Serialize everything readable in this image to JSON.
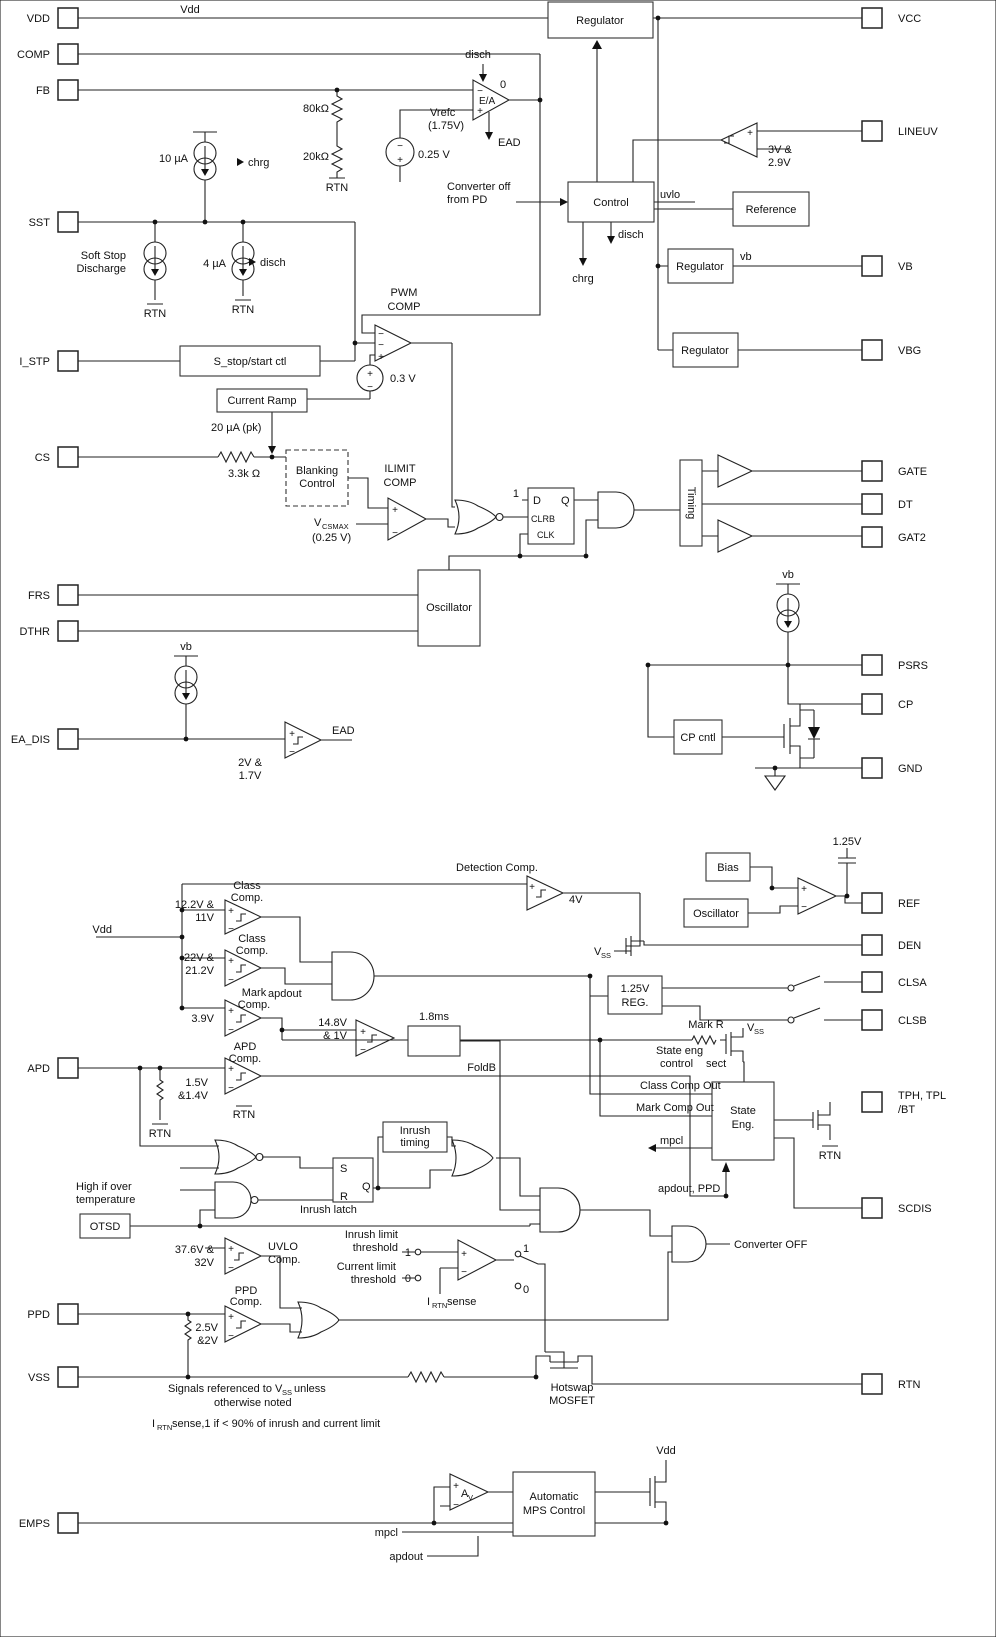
{
  "sym": {
    "plus": "+",
    "minus": "−"
  },
  "pins": {
    "left_top": [
      "VDD",
      "COMP",
      "FB",
      "SST",
      "I_STP",
      "CS",
      "FRS",
      "DTHR",
      "EA_DIS"
    ],
    "right_top": [
      "VCC",
      "LINEUV",
      "VB",
      "VBG",
      "GATE",
      "DT",
      "GAT2",
      "PSRS",
      "CP",
      "GND"
    ],
    "left_bottom": [
      "APD",
      "PPD",
      "VSS",
      "EMPS"
    ],
    "right_bottom": [
      "REF",
      "DEN",
      "CLSA",
      "CLSB",
      "TPH, TPL",
      "SCDIS",
      "RTN"
    ]
  },
  "blocks": {
    "regulator": "Regulator",
    "control": "Control",
    "reference": "Reference",
    "regulator_vb": "Regulator",
    "regulator_vbg": "Regulator",
    "sstop": "S_stop/start  ctl",
    "current_ramp": "Current Ramp",
    "blanking1": "Blanking",
    "blanking2": "Control",
    "oscillator": "Oscillator",
    "timing": "Timing",
    "ff_d": "D",
    "ff_q": "Q",
    "ff_clrb": "CLRB",
    "ff_clk": "CLK",
    "cp_cntl": "CP cntl",
    "bias": "Bias",
    "oscillator2": "Oscillator",
    "reg125_1": "1.25V",
    "reg125_2": "REG.",
    "state1": "State",
    "state2": "Eng.",
    "otsd": "OTSD",
    "inrush_t1": "Inrush",
    "inrush_t2": "timing",
    "latch_s": "S",
    "latch_r": "R",
    "latch_q": "Q",
    "mps1": "Automatic",
    "mps2": "MPS Control"
  },
  "labels": {
    "vdd_wire": "Vdd",
    "disch_ea": "disch",
    "zero_ea": "0",
    "ea": "E/A",
    "ead1": "EAD",
    "vrefc1": "Vrefc",
    "vrefc2": "(1.75V)",
    "r80k": "80kΩ",
    "r20k": "20kΩ",
    "rtn_fb": "RTN",
    "i10ua": "10 µA",
    "chrg1": "chrg",
    "v025": "0.25 V",
    "convoff1": "Converter off",
    "convoff2": "from PD",
    "uvlo": "uvlo",
    "disch_ctl": "disch",
    "chrg_ctl": "chrg",
    "vb1": "vb",
    "lineuv_th1": "3V &",
    "lineuv_th2": "2.9V",
    "softstop1": "Soft Stop",
    "softstop2": "Discharge",
    "i4ua": "4 µA",
    "disch_sst": "disch",
    "rtn_ss": "RTN",
    "rtn_4ua": "RTN",
    "pwm1": "PWM",
    "pwm2": "COMP",
    "v03": "0.3 V",
    "i20ua": "20 µA (pk)",
    "r33k": "3.3k Ω",
    "ilimit1": "ILIMIT",
    "ilimit2": "COMP",
    "vcsmax_v": "V",
    "vcsmax_sub": "CSMAX",
    "vcsmax2": "(0.25 V)",
    "ff_one": "1",
    "vb2": "vb",
    "vb3": "vb",
    "ea_dis_th1": "2V &",
    "ea_dis_th2": "1.7V",
    "ead2": "EAD",
    "v125cap": "1.25V",
    "det_comp": "Detection Comp.",
    "v4": "4V",
    "class1a": "Class",
    "class1b": "Comp.",
    "class2a": "Class",
    "class2b": "Comp.",
    "th_class1a": "12.2V &",
    "th_class1b": "11V",
    "th_class2a": "22V &",
    "th_class2b": "21.2V",
    "vdd2": "Vdd",
    "apdout1": "apdout",
    "mark1": "Mark",
    "mark2": "Comp.",
    "th_mark": "3.9V",
    "vss_v": "V",
    "vss_sub": "SS",
    "mark_r": "Mark R",
    "state_eng_ctl1": "State eng",
    "state_eng_ctl2": "control",
    "sect": "sect",
    "class_comp_out": "Class Comp Out",
    "mark_comp_out": "Mark Comp Out",
    "mpcl1": "mpcl",
    "apdout_ppd": "apdout, PPD",
    "rtn_tph": "RTN",
    "apd1": "APD",
    "apd2": "Comp.",
    "th_apd1": "1.5V",
    "th_apd2": "&1.4V",
    "rtn_apd": "RTN",
    "rtn_apd2": "RTN",
    "th_fold1": "14.8V",
    "th_fold2": "& 1V",
    "ms18": "1.8ms",
    "foldb": "FoldB",
    "inrush_latch": "Inrush latch",
    "high_temp1": "High if over",
    "high_temp2": "temperature",
    "inrush_lim1": "Inrush limit",
    "inrush_lim2": "threshold",
    "cur_lim1": "Current limit",
    "cur_lim2": "threshold",
    "one": "1",
    "zero": "0",
    "irtn_i": "I",
    "irtn_sub": "RTN",
    "irtn_sense": "sense",
    "converter_off": "Converter OFF",
    "th_uvlo1": "37.6V &",
    "th_uvlo2": "32V",
    "uvloc1": "UVLO",
    "uvloc2": "Comp.",
    "ppd1": "PPD",
    "ppd2": "Comp.",
    "th_ppd1": "2.5V",
    "th_ppd2": "&2V",
    "sig1a": "Signals referenced to V",
    "sig1b": "SS",
    "sig1c": "unless",
    "sig2": "otherwise noted",
    "irtn2_rest": "sense,1 if < 90% of inrush and current limit",
    "hotswap1": "Hotswap",
    "hotswap2": "MOSFET",
    "av_a": "A",
    "av_sub": "V",
    "vdd3": "Vdd",
    "mpcl2": "mpcl",
    "apdout2": "apdout",
    "tph_line2": "/BT"
  }
}
